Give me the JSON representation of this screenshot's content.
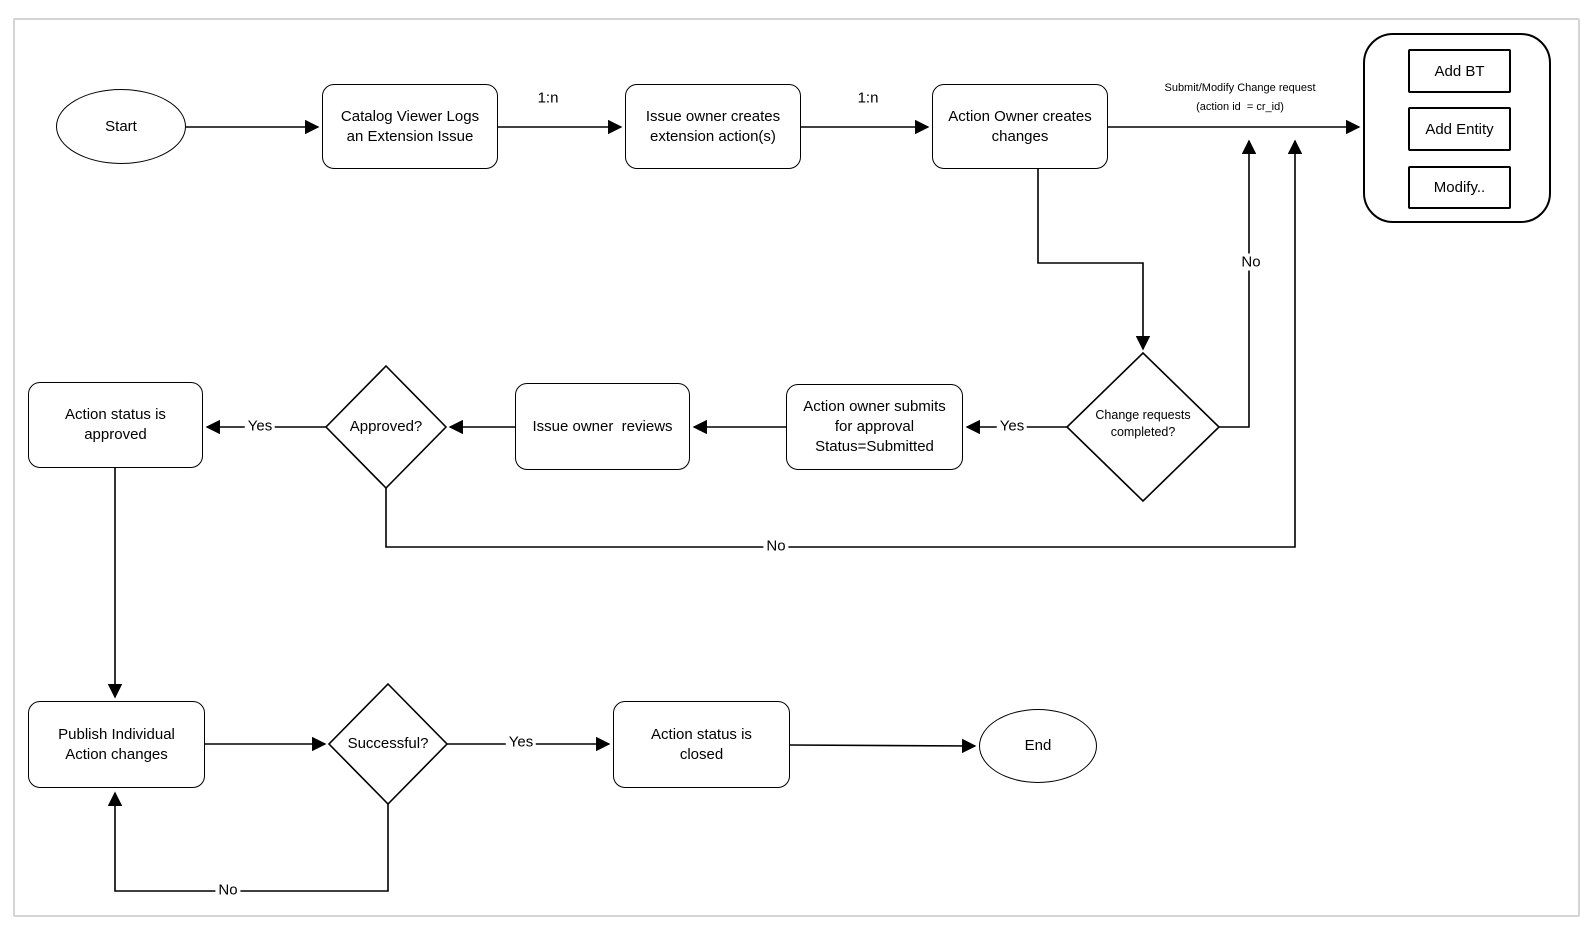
{
  "page": {
    "background": "#ffffff",
    "frame_border": "#d4d4d4",
    "stroke": "#000000"
  },
  "nodes": {
    "start": "Start",
    "catalog_viewer": "Catalog Viewer Logs\nan Extension Issue",
    "issue_owner_creates": "Issue owner creates\nextension action(s)",
    "action_owner_creates": "Action Owner creates\nchanges",
    "change_requests_completed": "Change requests\ncompleted?",
    "action_owner_submits": "Action owner submits\nfor approval\nStatus=Submitted",
    "issue_owner_reviews": "Issue owner  reviews",
    "approved": "Approved?",
    "action_status_approved": "Action status is\napproved",
    "publish_individual": "Publish Individual\nAction changes",
    "successful": "Successful?",
    "action_status_closed": "Action status is\nclosed",
    "end": "End"
  },
  "change_request_panel": {
    "buttons": [
      "Add BT",
      "Add Entity",
      "Modify.."
    ]
  },
  "edge_labels": {
    "one_to_n_first": "1:n",
    "one_to_n_second": "1:n",
    "submit_modify": "Submit/Modify Change request\n(action id  = cr_id)",
    "cr_completed_no": "No",
    "cr_completed_yes": "Yes",
    "approved_yes": "Yes",
    "approved_no": "No",
    "successful_yes": "Yes",
    "successful_no": "No"
  }
}
